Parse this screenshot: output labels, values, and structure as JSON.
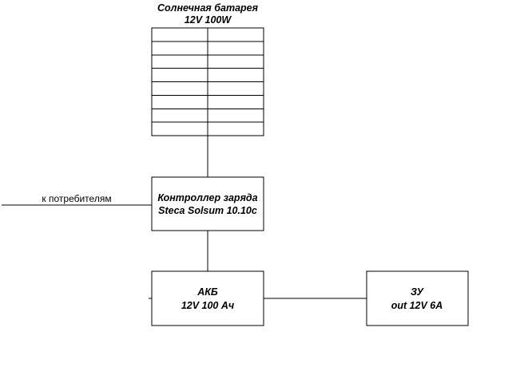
{
  "solar_panel": {
    "title": "Солнечная батарея",
    "spec": "12V 100W",
    "grid_rows": 8,
    "grid_cols": 2
  },
  "controller": {
    "line1": "Контроллер заряда",
    "line2": "Steca Solsum 10.10c"
  },
  "consumers_label": "к потребителям",
  "battery": {
    "line1": "АКБ",
    "line2": "12V 100 Ач"
  },
  "charger": {
    "line1": "ЗУ",
    "line2": "out 12V 6A"
  },
  "colors": {
    "stroke": "#000000",
    "background": "#ffffff"
  }
}
